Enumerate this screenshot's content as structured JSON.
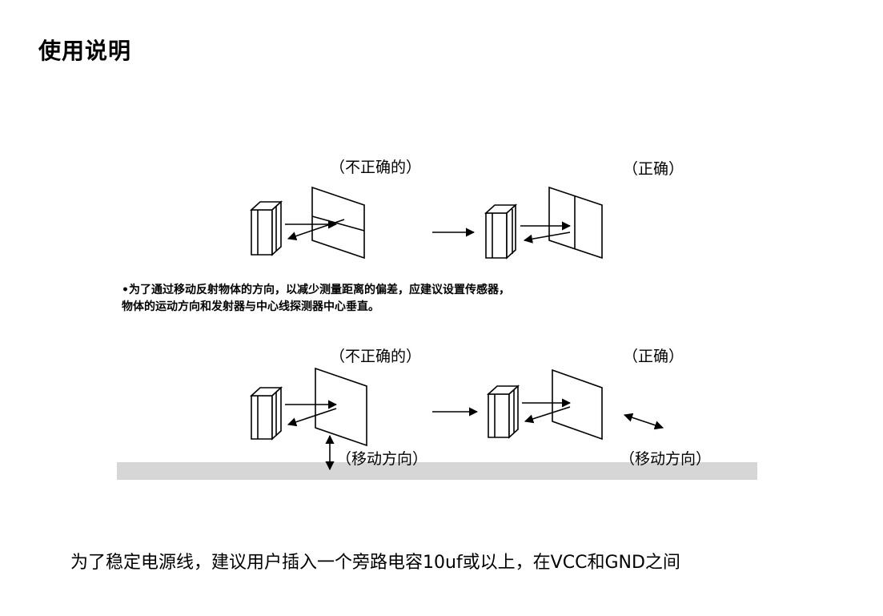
{
  "page": {
    "title": "使用说明",
    "footer_note": "为了稳定电源线，建议用户插入一个旁路电容10uf或以上，在VCC和GND之间"
  },
  "figure": {
    "top_row": {
      "incorrect_label": "（不正确的）",
      "correct_label": "（正确）"
    },
    "instruction": {
      "line1": "•为了通过移动反射物体的方向，以减少测量距离的偏差，应建议设置传感器，",
      "line2": "物体的运动方向和发射器与中心线探测器中心垂直。"
    },
    "bottom_row": {
      "incorrect_label": "（不正确的）",
      "correct_label": "（正确）",
      "move_direction_left": "（移动方向）",
      "move_direction_right": "（移动方向）"
    }
  }
}
